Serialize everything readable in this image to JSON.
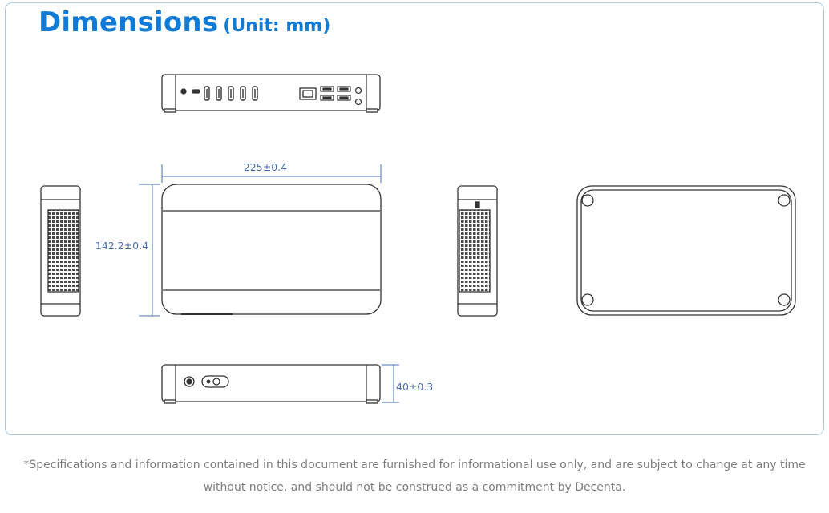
{
  "title": {
    "main": "Dimensions",
    "unit": "(Unit: mm)"
  },
  "dimensions": {
    "width": "225±0.4",
    "depth": "142.2±0.4",
    "height": "40±0.3"
  },
  "footnote": {
    "line1": "*Specifications and information contained in this document are furnished for informational use only, and are subject to change at any time",
    "line2": "without notice, and should not be construed as a commitment by Decenta."
  },
  "colors": {
    "accent": "#0f7bd6",
    "dimension": "#4a6fb5",
    "outline": "#333333",
    "frame": "#a9cbe8"
  }
}
